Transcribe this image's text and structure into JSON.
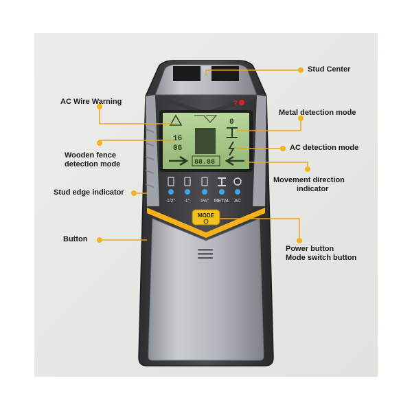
{
  "colors": {
    "background": "#e9e9e7",
    "device_body": "#4a4a4c",
    "device_silver": "#b8bcc2",
    "screen_green": "#a8c98a",
    "accent_yellow": "#f5b21a",
    "mode_button": "#f2c21f",
    "led_blue": "#3aa8e8",
    "callout_line": "#e6a51a"
  },
  "callouts": {
    "stud_center": "Stud Center",
    "ac_wire_warning": "AC Wire Warning",
    "metal_detection_mode": "Metal detection mode",
    "ac_detection_mode": "AC detection mode",
    "wooden_fence_line1": "Wooden fence",
    "wooden_fence_line2": "detection mode",
    "movement_direction_line1": "Movement direction",
    "movement_direction_line2": "indicator",
    "stud_edge_indicator": "Stud edge indicator",
    "button": "Button",
    "power_button": "Power button",
    "mode_switch_button": "Mode switch button"
  },
  "device": {
    "mode_button_label": "MODE",
    "screen_metal_digit": "0",
    "screen_stud_digit_top": "16",
    "screen_stud_digit_bottom": "06",
    "screen_bottom_readout": "88.88",
    "led_labels": [
      "1/2\"",
      "1\"",
      "1½\"",
      "METAL",
      "AC"
    ],
    "led_icons": [
      "battery-icon",
      "battery-icon",
      "battery-icon",
      "metal-beam-icon",
      "ac-plug-icon"
    ]
  }
}
